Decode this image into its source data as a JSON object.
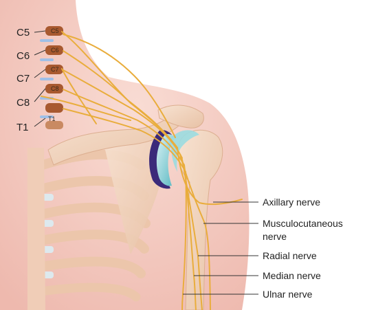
{
  "diagram": {
    "root_labels": [
      "C5",
      "C6",
      "C7",
      "C8",
      "T1"
    ],
    "vertebra_labels": [
      "C5",
      "C6",
      "C7",
      "C8",
      "T1"
    ],
    "nerve_labels": [
      {
        "line1": "Axillary nerve",
        "line2": ""
      },
      {
        "line1": "Musculocutaneous",
        "line2": "nerve"
      },
      {
        "line1": "Radial nerve",
        "line2": ""
      },
      {
        "line1": "Median nerve",
        "line2": ""
      },
      {
        "line1": "Ulnar nerve",
        "line2": ""
      }
    ]
  },
  "colors": {
    "skin": "#f4c9c0",
    "bone": "#f1d3bd",
    "nerve": "#e9ad3c",
    "vertebra": "#a8592f",
    "cartilage": "#7fcfd5",
    "glenoid_rim": "#3b2a7a",
    "intervertebral_disc": "#9fc0e8"
  }
}
